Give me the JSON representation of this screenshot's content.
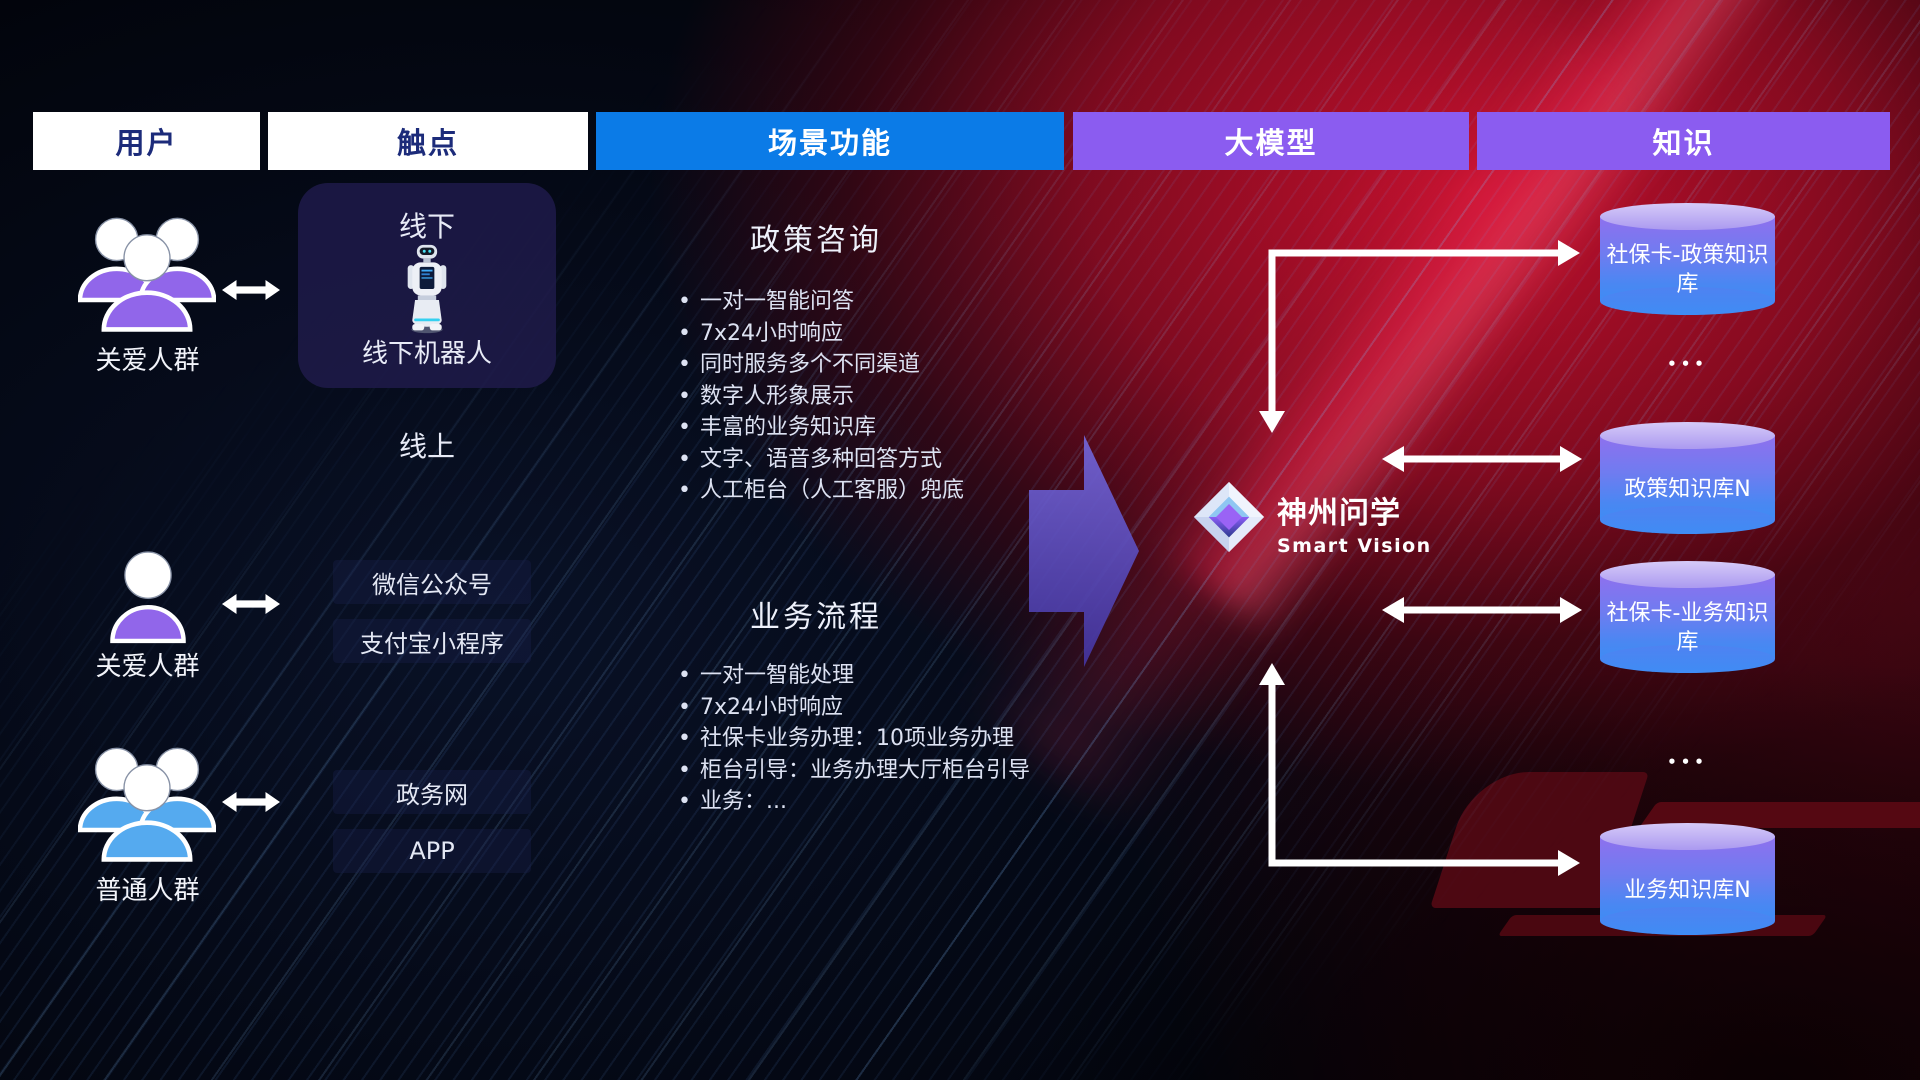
{
  "headers": [
    {
      "label": "用户"
    },
    {
      "label": "触点"
    },
    {
      "label": "场景功能"
    },
    {
      "label": "大模型"
    },
    {
      "label": "知识"
    }
  ],
  "colors": {
    "header_blue": "#0b7be7",
    "header_purple": "#8b5cf0",
    "header_text_navy": "#1c2b7a",
    "user_group_purple": "#9166ea",
    "user_group_blue": "#55aaef",
    "cylinder_purple": "#8f70ee",
    "cylinder_blue": "#3f8cf4",
    "big_arrow_purple": "#584cc4"
  },
  "users": [
    {
      "label": "关爱人群"
    },
    {
      "label": "关爱人群"
    },
    {
      "label": "普通人群"
    }
  ],
  "touchpoints": {
    "offline_title": "线下",
    "offline_robot": "线下机器人",
    "online_title": "线上",
    "channels": [
      "微信公众号",
      "支付宝小程序",
      "政务网",
      "APP"
    ]
  },
  "scenes": [
    {
      "title": "政策咨询",
      "bullets": [
        "一对一智能问答",
        "7x24小时响应",
        "同时服务多个不同渠道",
        "数字人形象展示",
        "丰富的业务知识库",
        "文字、语音多种回答方式",
        "人工柜台（人工客服）兜底"
      ]
    },
    {
      "title": "业务流程",
      "bullets": [
        "一对一智能处理",
        "7x24小时响应",
        "社保卡业务办理：10项业务办理",
        "柜台引导：业务办理大厅柜台引导",
        "业务：..."
      ]
    }
  ],
  "logo": {
    "name": "神州问学",
    "subtitle": "Smart Vision"
  },
  "knowledge": {
    "items": [
      "社保卡-政策知识库",
      "政策知识库N",
      "社保卡-业务知识库",
      "业务知识库N"
    ],
    "ellipsis": "•••"
  }
}
